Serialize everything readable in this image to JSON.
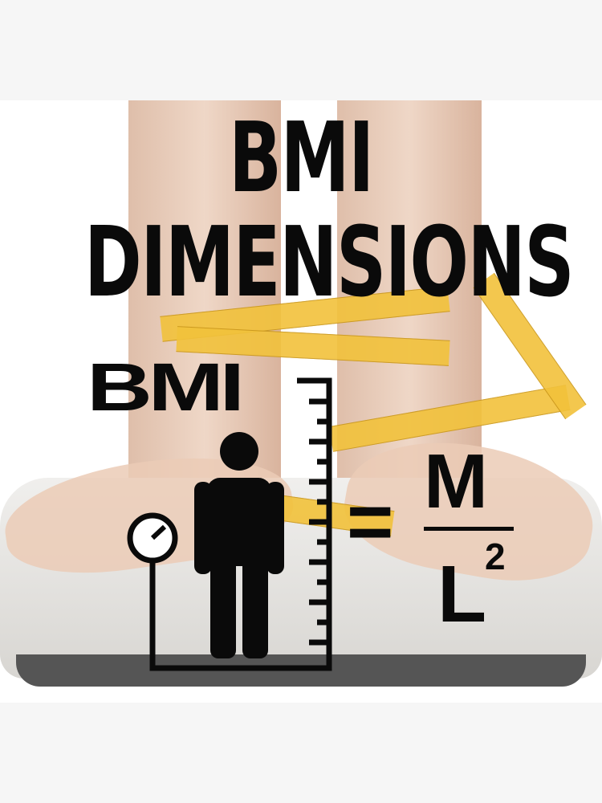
{
  "title": {
    "line1": "BMI",
    "line2": "DIMENSIONS"
  },
  "formula": {
    "label": "BMI",
    "equals": "=",
    "numerator": "M",
    "denominator": "L",
    "exponent": "2"
  },
  "icons": [
    "person-icon",
    "scale-gauge-icon",
    "height-ruler-icon"
  ],
  "colors": {
    "text": "#0a0a0a",
    "tape": "#f2c23b",
    "background": "#f6f6f6"
  }
}
